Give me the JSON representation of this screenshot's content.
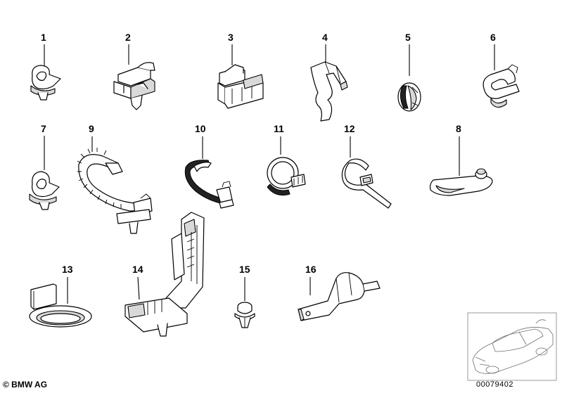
{
  "diagram": {
    "part_labels": [
      "1",
      "2",
      "3",
      "4",
      "5",
      "6",
      "7",
      "8",
      "9",
      "10",
      "11",
      "12",
      "13",
      "14",
      "15",
      "16"
    ],
    "copyright": "© BMW AG",
    "drawing_number": "00079402"
  }
}
